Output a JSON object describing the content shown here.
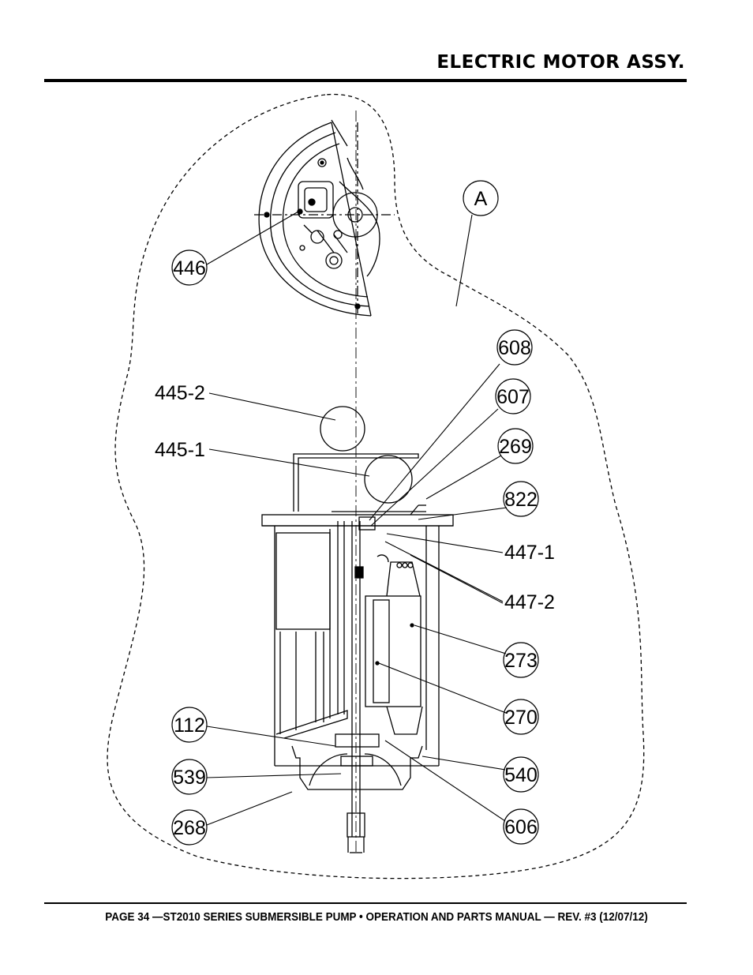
{
  "header": {
    "title": "ELECTRIC MOTOR ASSY."
  },
  "footer": {
    "text": "PAGE 34 —ST2010 SERIES SUBMERSIBLE PUMP • OPERATION AND PARTS MANUAL — REV. #3 (12/07/12)"
  },
  "diagram": {
    "detail_label": "A",
    "callouts": {
      "c446": "446",
      "c608": "608",
      "c607": "607",
      "c269": "269",
      "c822": "822",
      "c273": "273",
      "c270": "270",
      "c112": "112",
      "c539": "539",
      "c540": "540",
      "c268": "268",
      "c606": "606"
    },
    "labels": {
      "l445_2": "445-2",
      "l445_1": "445-1",
      "l447_1": "447-1",
      "l447_2": "447-2"
    }
  }
}
